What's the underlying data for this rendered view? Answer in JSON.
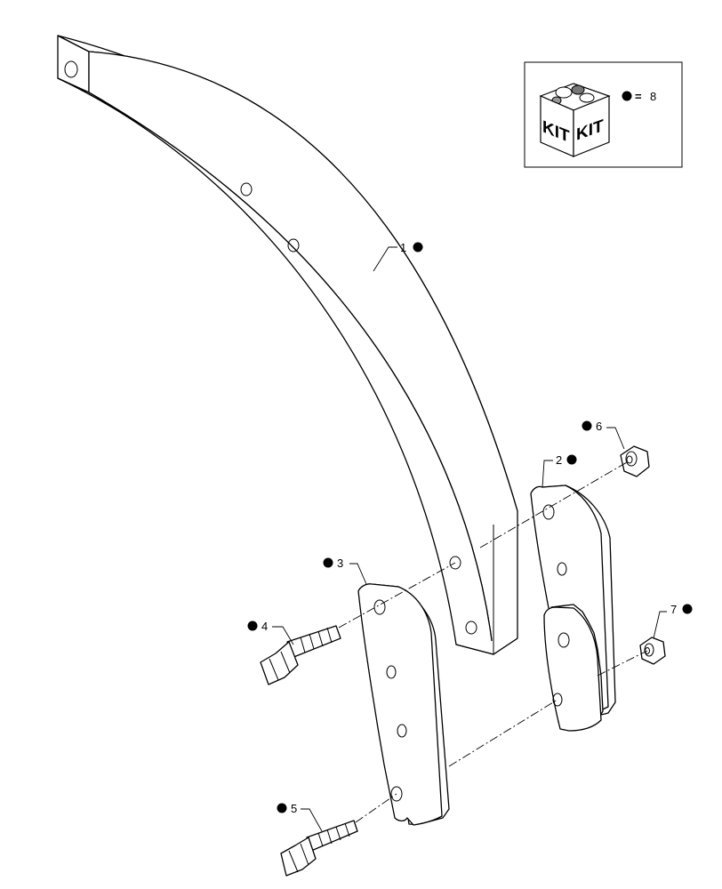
{
  "kit_legend": {
    "box_label_left": "KIT",
    "box_label_right": "KIT",
    "equals": "=",
    "number": "8"
  },
  "callouts": [
    {
      "id": "1",
      "text": "1",
      "kit_marker": true
    },
    {
      "id": "2",
      "text": "2",
      "kit_marker": true
    },
    {
      "id": "3",
      "text": "3",
      "kit_marker": true
    },
    {
      "id": "4",
      "text": "4",
      "kit_marker": true
    },
    {
      "id": "5",
      "text": "5",
      "kit_marker": true
    },
    {
      "id": "6",
      "text": "6",
      "kit_marker": true
    },
    {
      "id": "7",
      "text": "7",
      "kit_marker": true
    }
  ],
  "colors": {
    "line": "#000000",
    "background": "#ffffff",
    "marker": "#000000"
  }
}
